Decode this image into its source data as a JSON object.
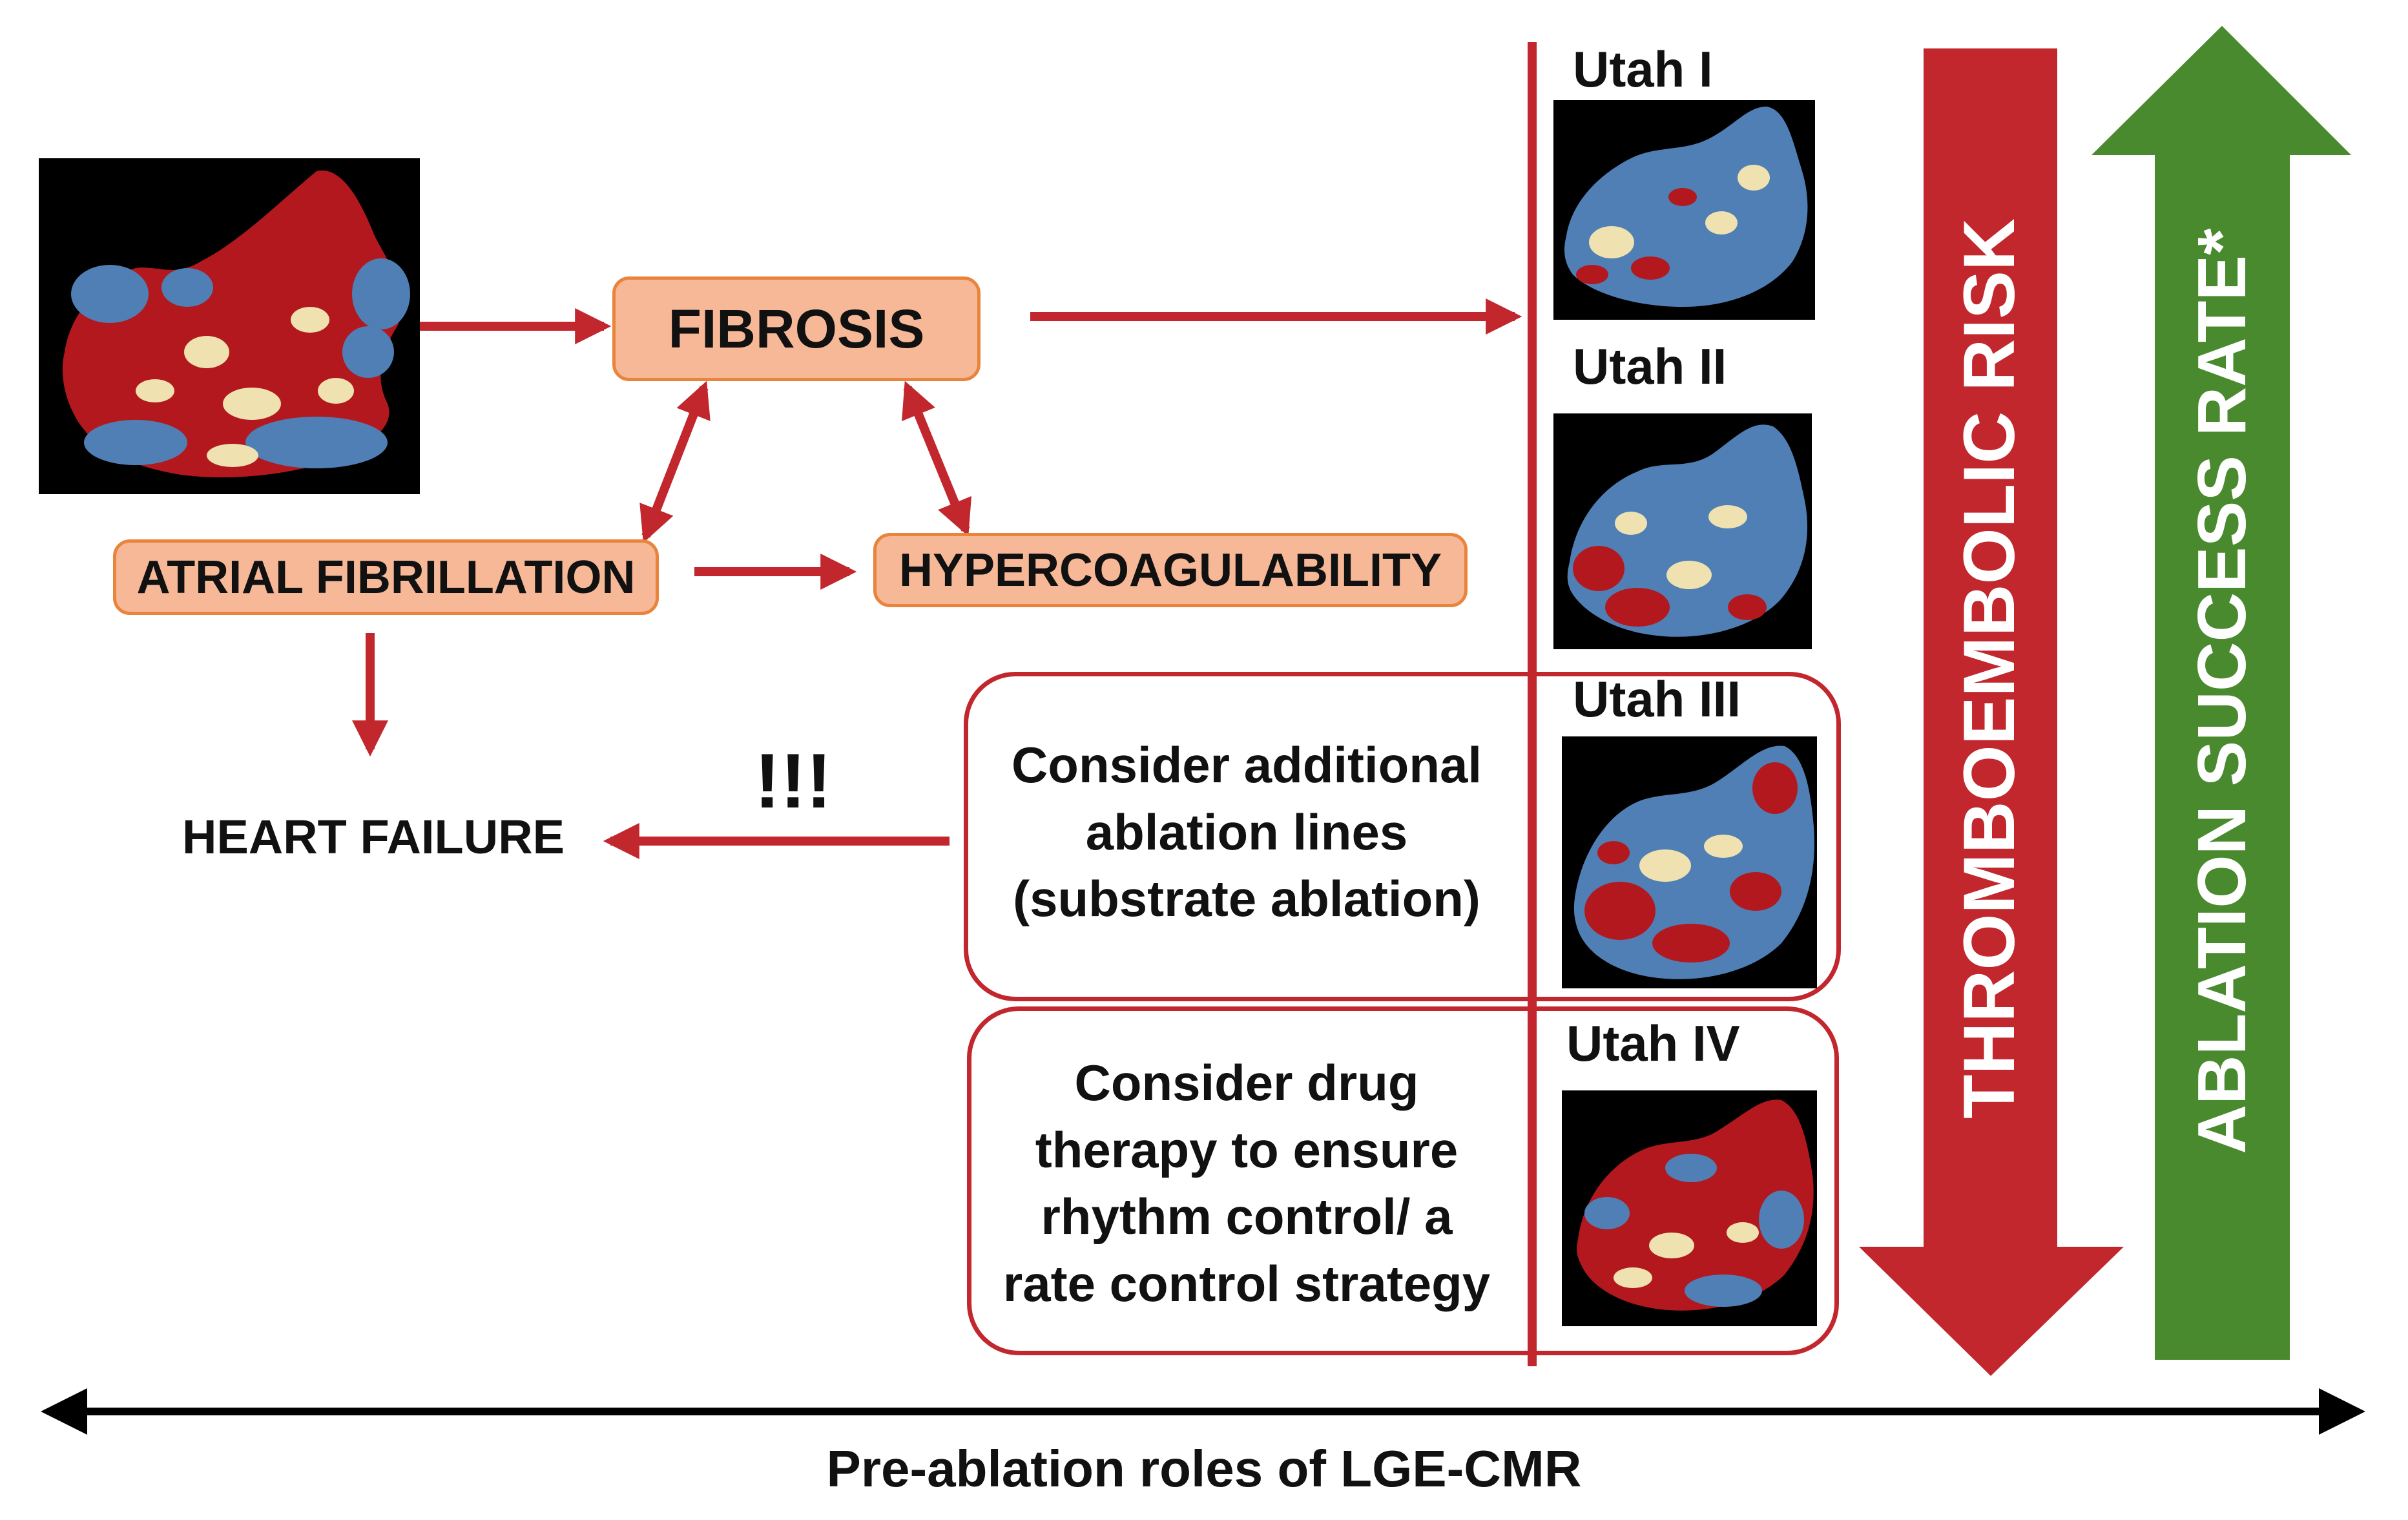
{
  "colors": {
    "arrow_red": "#c1272d",
    "box_fill": "#f6b897",
    "box_border": "#e8843c",
    "risk_arrow": "#c1272d",
    "success_arrow": "#4a8a2f",
    "healthy_blue": "#4f7fb5",
    "fibrosis_red": "#b3181e",
    "border_zone": "#efe2b0"
  },
  "nodes": {
    "fibrosis": "FIBROSIS",
    "atrial_fibrillation": "ATRIAL FIBRILLATION",
    "hypercoagulability": "HYPERCOAGULABILITY",
    "heart_failure": "HEART FAILURE",
    "alert": "!!!"
  },
  "stages": {
    "utah1": "Utah I",
    "utah2": "Utah II",
    "utah3": "Utah III",
    "utah4": "Utah IV"
  },
  "recommendations": {
    "utah3": [
      "Consider additional",
      "ablation lines",
      "(substrate ablation)"
    ],
    "utah4": [
      "Consider drug",
      "therapy to ensure",
      "rhythm control/ a",
      "rate control strategy"
    ]
  },
  "trends": {
    "thromboembolic_risk": "THROMBOEMBOLIC RISK",
    "ablation_success": "ABLATION SUCCESS RATE*"
  },
  "axis_label": "Pre-ablation roles of LGE-CMR"
}
